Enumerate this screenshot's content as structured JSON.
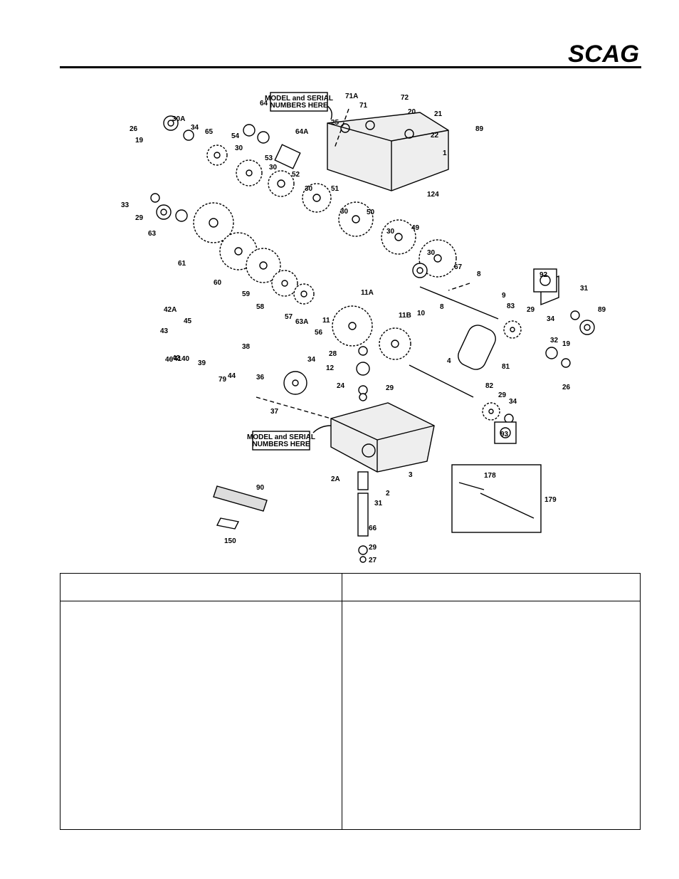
{
  "logo": {
    "text": "SCAG"
  },
  "callouts": {
    "model_serial_top_line1": "MODEL and SERIAL",
    "model_serial_top_line2": "NUMBERS HERE",
    "model_serial_bottom_line1": "MODEL and SERIAL",
    "model_serial_bottom_line2": "NUMBERS HERE"
  },
  "parts": [
    "1",
    "2",
    "2A",
    "3",
    "4",
    "8",
    "8",
    "9",
    "10",
    "11",
    "11A",
    "11B",
    "12",
    "19",
    "19",
    "20",
    "21",
    "22",
    "24",
    "25",
    "26",
    "26",
    "27",
    "28",
    "29",
    "29",
    "29",
    "29",
    "29",
    "30",
    "30",
    "30",
    "30",
    "30",
    "30",
    "30A",
    "31",
    "31",
    "32",
    "33",
    "34",
    "34",
    "34",
    "34",
    "36",
    "37",
    "38",
    "39",
    "40",
    "41",
    "42",
    "42A",
    "43",
    "44",
    "45",
    "46",
    "49",
    "50",
    "51",
    "52",
    "53",
    "54",
    "56",
    "57",
    "58",
    "59",
    "60",
    "61",
    "63",
    "63A",
    "64",
    "64A",
    "65",
    "66",
    "67",
    "71",
    "71A",
    "72",
    "79",
    "81",
    "82",
    "83",
    "89",
    "89",
    "90",
    "92",
    "93",
    "124",
    "150",
    "178",
    "179"
  ],
  "table": {
    "left_header": "",
    "right_header": ""
  }
}
